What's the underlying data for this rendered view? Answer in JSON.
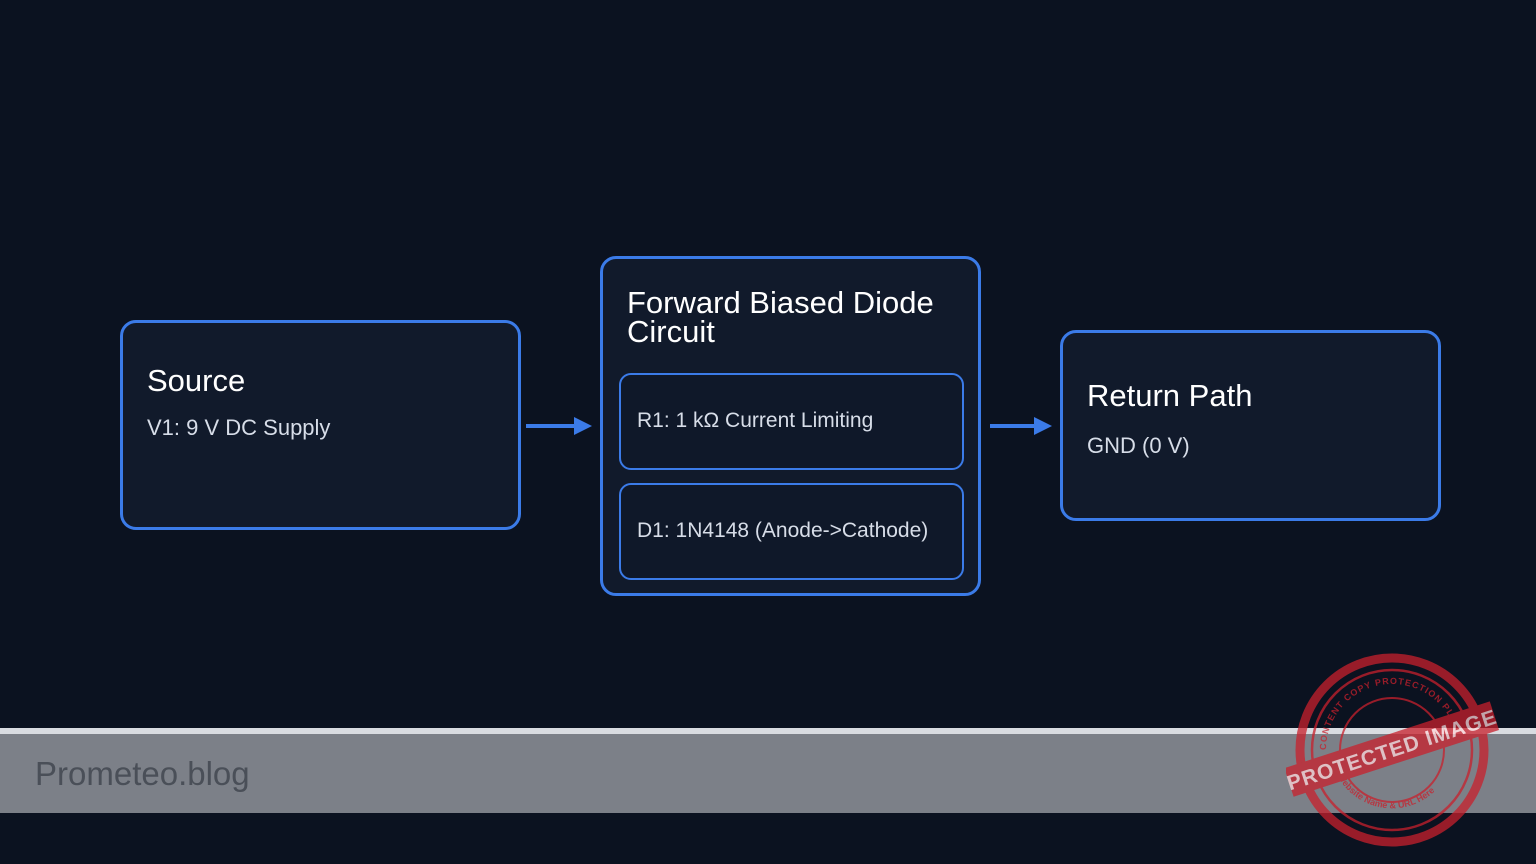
{
  "source": {
    "title": "Source",
    "subtitle": "V1: 9 V DC Supply"
  },
  "circuit": {
    "title_line1": "Forward Biased Diode",
    "title_line2": "Circuit",
    "components": [
      {
        "label": "R1: 1 kΩ Current Limiting"
      },
      {
        "label": "D1: 1N4148 (Anode->Cathode)"
      }
    ]
  },
  "return_path": {
    "title": "Return Path",
    "subtitle": "GND (0 V)"
  },
  "footer": {
    "site": "Prometeo.blog"
  },
  "watermark": {
    "main": "PROTECTED IMAGE",
    "ring_top": "CONTENT COPY PROTECTION PLUGIN",
    "ring_bottom": "My Website Name & URL Here"
  },
  "colors": {
    "background": "#0b1220",
    "box_fill": "#111a2b",
    "accent": "#3b7be8",
    "footer_bar": "#7c8088",
    "watermark": "#c8202c"
  }
}
